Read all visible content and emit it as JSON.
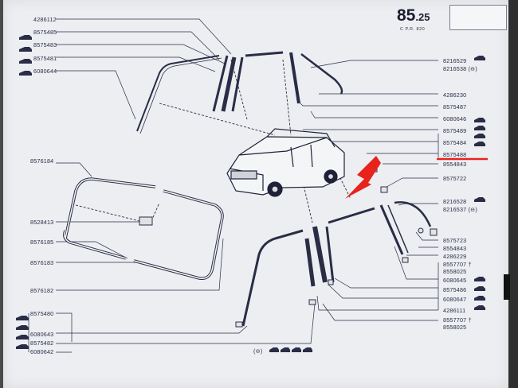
{
  "page": {
    "number": "85",
    "sub_number": ".25",
    "subtitle": "C    P.R. 820"
  },
  "top_label": "4286112",
  "left_labels": [
    {
      "id": "l1",
      "text": "8575485"
    },
    {
      "id": "l2",
      "text": "8575483"
    },
    {
      "id": "l3",
      "text": "8575481"
    },
    {
      "id": "l4",
      "text": "6080644"
    },
    {
      "id": "l5",
      "text": "8576184"
    },
    {
      "id": "l6",
      "text": "8528413"
    },
    {
      "id": "l7",
      "text": "8576185"
    },
    {
      "id": "l8",
      "text": "8576183"
    },
    {
      "id": "l9",
      "text": "8576182"
    },
    {
      "id": "l10",
      "text": "8575480"
    },
    {
      "id": "l11",
      "text": "6080643"
    },
    {
      "id": "l12",
      "text": "8575482"
    },
    {
      "id": "l13",
      "text": "6080642"
    }
  ],
  "right_labels": [
    {
      "id": "r1",
      "text": "8216529"
    },
    {
      "id": "r2",
      "text": "8216538 (⊖)"
    },
    {
      "id": "r3",
      "text": "4286230"
    },
    {
      "id": "r4",
      "text": "8575487"
    },
    {
      "id": "r5",
      "text": "6080646"
    },
    {
      "id": "r6",
      "text": "8575489"
    },
    {
      "id": "r7",
      "text": "8575484"
    },
    {
      "id": "r8",
      "text": "8575488"
    },
    {
      "id": "r9",
      "text": "8554843"
    },
    {
      "id": "r10",
      "text": "8575722"
    },
    {
      "id": "r11",
      "text": "8216528"
    },
    {
      "id": "r12",
      "text": "8216537 (⊖)"
    },
    {
      "id": "r13",
      "text": "8575723"
    },
    {
      "id": "r14",
      "text": "8554843"
    },
    {
      "id": "r15",
      "text": "4286229"
    },
    {
      "id": "r16",
      "text": "8557707 †"
    },
    {
      "id": "r17",
      "text": "8558025"
    },
    {
      "id": "r18",
      "text": "6080645"
    },
    {
      "id": "r19",
      "text": "8575486"
    },
    {
      "id": "r20",
      "text": "6080647"
    },
    {
      "id": "r21",
      "text": "4286111"
    },
    {
      "id": "r22",
      "text": "8557707 †"
    },
    {
      "id": "r23",
      "text": "8558025"
    }
  ],
  "footer_legend": "(⊖)",
  "colors": {
    "ink": "#2a2d45",
    "highlight": "#e8231b",
    "paper": "#eceef2"
  }
}
